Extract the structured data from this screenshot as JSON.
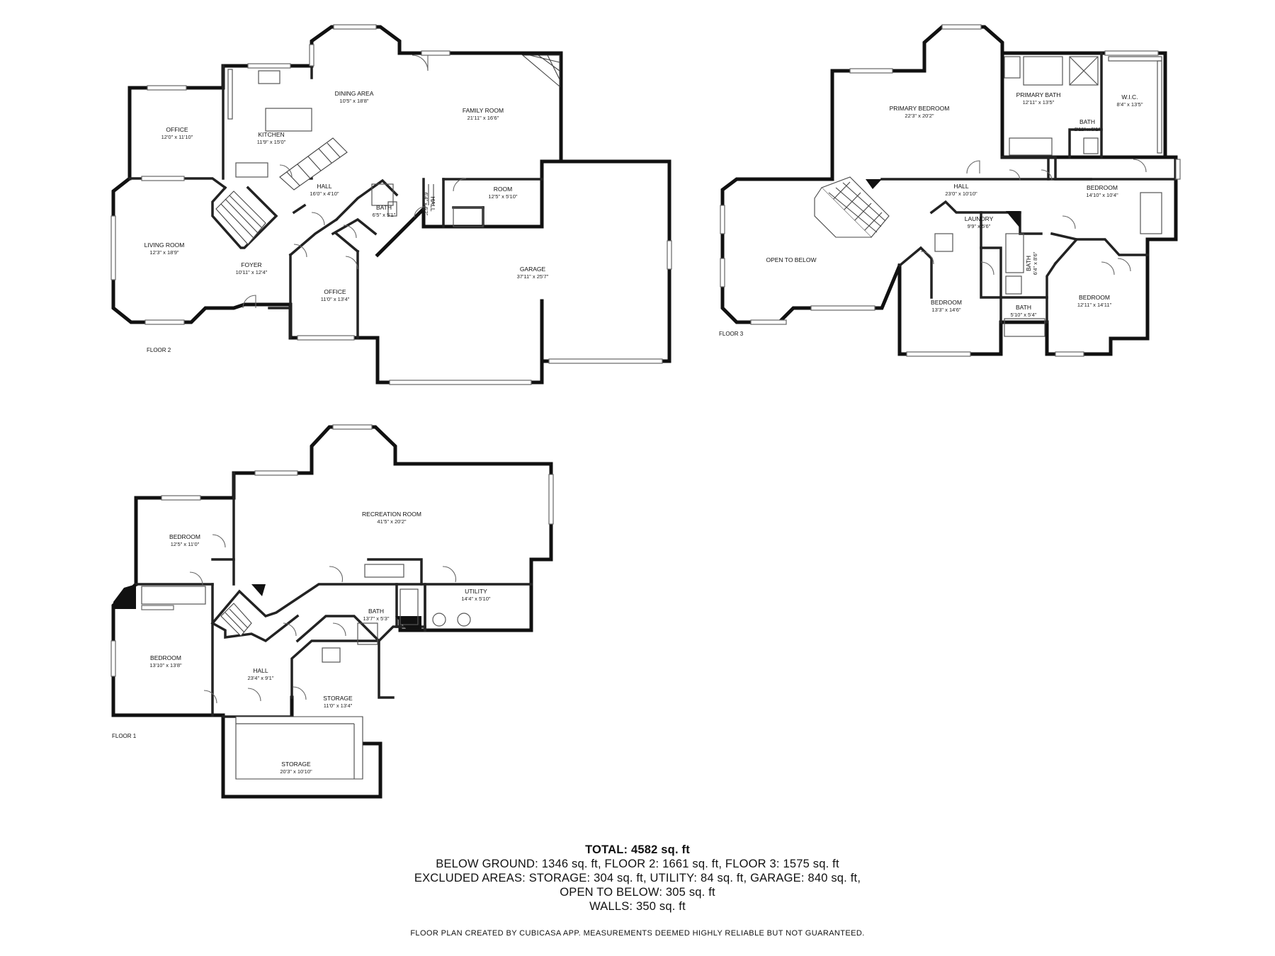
{
  "floors": [
    {
      "key": "floor2",
      "label": "FLOOR 2"
    },
    {
      "key": "floor3",
      "label": "FLOOR 3"
    },
    {
      "key": "floor1",
      "label": "FLOOR 1"
    }
  ],
  "rooms": {
    "f2_office_a": {
      "name": "OFFICE",
      "dim": "12'0\" x 11'10\""
    },
    "f2_kitchen": {
      "name": "KITCHEN",
      "dim": "11'9\" x 15'0\""
    },
    "f2_dining": {
      "name": "DINING AREA",
      "dim": "10'5\" x 18'8\""
    },
    "f2_family": {
      "name": "FAMILY ROOM",
      "dim": "21'11\" x 16'6\""
    },
    "f2_living": {
      "name": "LIVING ROOM",
      "dim": "12'3\" x 18'9\""
    },
    "f2_foyer": {
      "name": "FOYER",
      "dim": "10'11\" x 12'4\""
    },
    "f2_hall": {
      "name": "HALL",
      "dim": "16'0\" x 4'10\""
    },
    "f2_bath": {
      "name": "BATH",
      "dim": "6'5\" x 5'1\""
    },
    "f2_hall2": {
      "name": "HALL",
      "dim": "6'4\" x 6'2\""
    },
    "f2_room": {
      "name": "ROOM",
      "dim": "12'5\" x 5'10\""
    },
    "f2_office_b": {
      "name": "OFFICE",
      "dim": "11'0\" x 13'4\""
    },
    "f2_garage": {
      "name": "GARAGE",
      "dim": "37'11\" x 25'7\""
    },
    "f3_primary_bed": {
      "name": "PRIMARY BEDROOM",
      "dim": "22'3\" x 20'2\""
    },
    "f3_primary_bath": {
      "name": "PRIMARY BATH",
      "dim": "12'11\" x 13'5\""
    },
    "f3_bath_small": {
      "name": "BATH",
      "dim": "2'11\" x 5'1\""
    },
    "f3_wic": {
      "name": "W.I.C.",
      "dim": "8'4\" x 13'5\""
    },
    "f3_hall": {
      "name": "HALL",
      "dim": "23'0\" x 10'10\""
    },
    "f3_bed_ne": {
      "name": "BEDROOM",
      "dim": "14'10\" x 10'4\""
    },
    "f3_laundry": {
      "name": "LAUNDRY",
      "dim": "9'9\" x 5'6\""
    },
    "f3_bath_v": {
      "name": "BATH",
      "dim": "6'4\" x 8'6\""
    },
    "f3_open": {
      "name": "OPEN TO BELOW",
      "dim": ""
    },
    "f3_bed_c": {
      "name": "BEDROOM",
      "dim": "13'3\" x 14'6\""
    },
    "f3_bath_c": {
      "name": "BATH",
      "dim": "5'10\" x 5'4\""
    },
    "f3_bed_se": {
      "name": "BEDROOM",
      "dim": "12'11\" x 14'11\""
    },
    "f1_bed_a": {
      "name": "BEDROOM",
      "dim": "12'5\" x 11'0\""
    },
    "f1_rec": {
      "name": "RECREATION ROOM",
      "dim": "41'5\" x 20'2\""
    },
    "f1_utility": {
      "name": "UTILITY",
      "dim": "14'4\" x 5'10\""
    },
    "f1_bath": {
      "name": "BATH",
      "dim": "13'7\" x 5'3\""
    },
    "f1_bed_b": {
      "name": "BEDROOM",
      "dim": "13'10\" x 13'8\""
    },
    "f1_hall": {
      "name": "HALL",
      "dim": "23'4\" x 9'1\""
    },
    "f1_storage_a": {
      "name": "STORAGE",
      "dim": "11'0\" x 13'4\""
    },
    "f1_storage_b": {
      "name": "STORAGE",
      "dim": "20'3\" x 10'10\""
    }
  },
  "summary": {
    "total": "TOTAL: 4582 sq. ft",
    "line1": "BELOW GROUND: 1346 sq. ft, FLOOR 2: 1661 sq. ft, FLOOR 3: 1575 sq. ft",
    "line2": "EXCLUDED AREAS: STORAGE: 304 sq. ft, UTILITY: 84 sq. ft, GARAGE: 840 sq. ft,",
    "line3": "OPEN TO BELOW: 305 sq. ft",
    "line4": "WALLS: 350 sq. ft"
  },
  "disclaimer": "FLOOR PLAN CREATED BY CUBICASA APP. MEASUREMENTS DEEMED HIGHLY RELIABLE BUT NOT GUARANTEED."
}
